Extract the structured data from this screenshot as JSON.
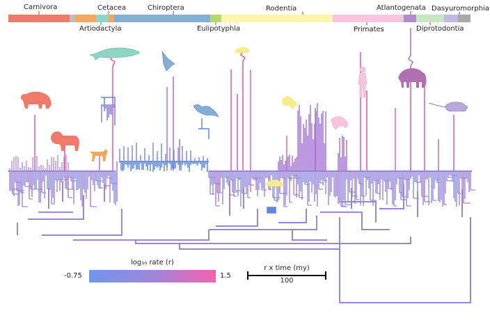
{
  "colors": {
    "rate_low": "#6e96ec",
    "rate_mid": "#9e86d8",
    "rate_high": "#f560b0",
    "branch": "#9a86d9"
  },
  "orders": [
    {
      "id": "carnivora",
      "label": "Carnivora",
      "color": "#f07a6a"
    },
    {
      "id": "gap1",
      "label": "",
      "color": "#bdbdbd"
    },
    {
      "id": "artiodactyla",
      "label": "Artiodactyla",
      "color": "#f5a85c"
    },
    {
      "id": "cetacea",
      "label": "Cetacea",
      "color": "#8ed6c4"
    },
    {
      "id": "gap2",
      "label": "",
      "color": "#f5a85c"
    },
    {
      "id": "chiroptera",
      "label": "Chiroptera",
      "color": "#85aed6"
    },
    {
      "id": "eulipotyphla",
      "label": "Eulipotyphla",
      "color": "#b2d96a"
    },
    {
      "id": "rodentia",
      "label": "Rodentia",
      "color": "#fbf7a6"
    },
    {
      "id": "primates",
      "label": "Primates",
      "color": "#f9c5de"
    },
    {
      "id": "gap3",
      "label": "",
      "color": "#d3d3d3"
    },
    {
      "id": "atlantogenata",
      "label": "Atlantogenata",
      "color": "#b58ac9"
    },
    {
      "id": "gap4",
      "label": "",
      "color": "#d3d3d3"
    },
    {
      "id": "diprotodontia",
      "label": "Diprotodontia",
      "color": "#c9e6c2"
    },
    {
      "id": "dasyuromorphia",
      "label": "Dasyuromorphia",
      "color": "#c2b8e6"
    },
    {
      "id": "gap5",
      "label": "",
      "color": "#a9a9a9"
    }
  ],
  "legend": {
    "title": "log₁₀ rate (r)",
    "min": "-0.75",
    "max": "1.5"
  },
  "scale_bar": {
    "label": "r x time (my)",
    "value": "100"
  },
  "silhouettes": [
    {
      "id": "bear",
      "color": "#f07a6a"
    },
    {
      "id": "lion",
      "color": "#f07a6a"
    },
    {
      "id": "deer",
      "color": "#f5a85c"
    },
    {
      "id": "whale",
      "color": "#8ed6c4"
    },
    {
      "id": "bat-1",
      "color": "#85aed6"
    },
    {
      "id": "bat-2",
      "color": "#85aed6"
    },
    {
      "id": "rodent-1",
      "color": "#f5ec8a"
    },
    {
      "id": "rodent-2",
      "color": "#f5ec8a"
    },
    {
      "id": "rodent-3",
      "color": "#f5ec8a"
    },
    {
      "id": "human",
      "color": "#f9c5de"
    },
    {
      "id": "monkey",
      "color": "#f9c5de"
    },
    {
      "id": "elephant",
      "color": "#b06fb0"
    },
    {
      "id": "mouse",
      "color": "#b7a8d8"
    }
  ]
}
